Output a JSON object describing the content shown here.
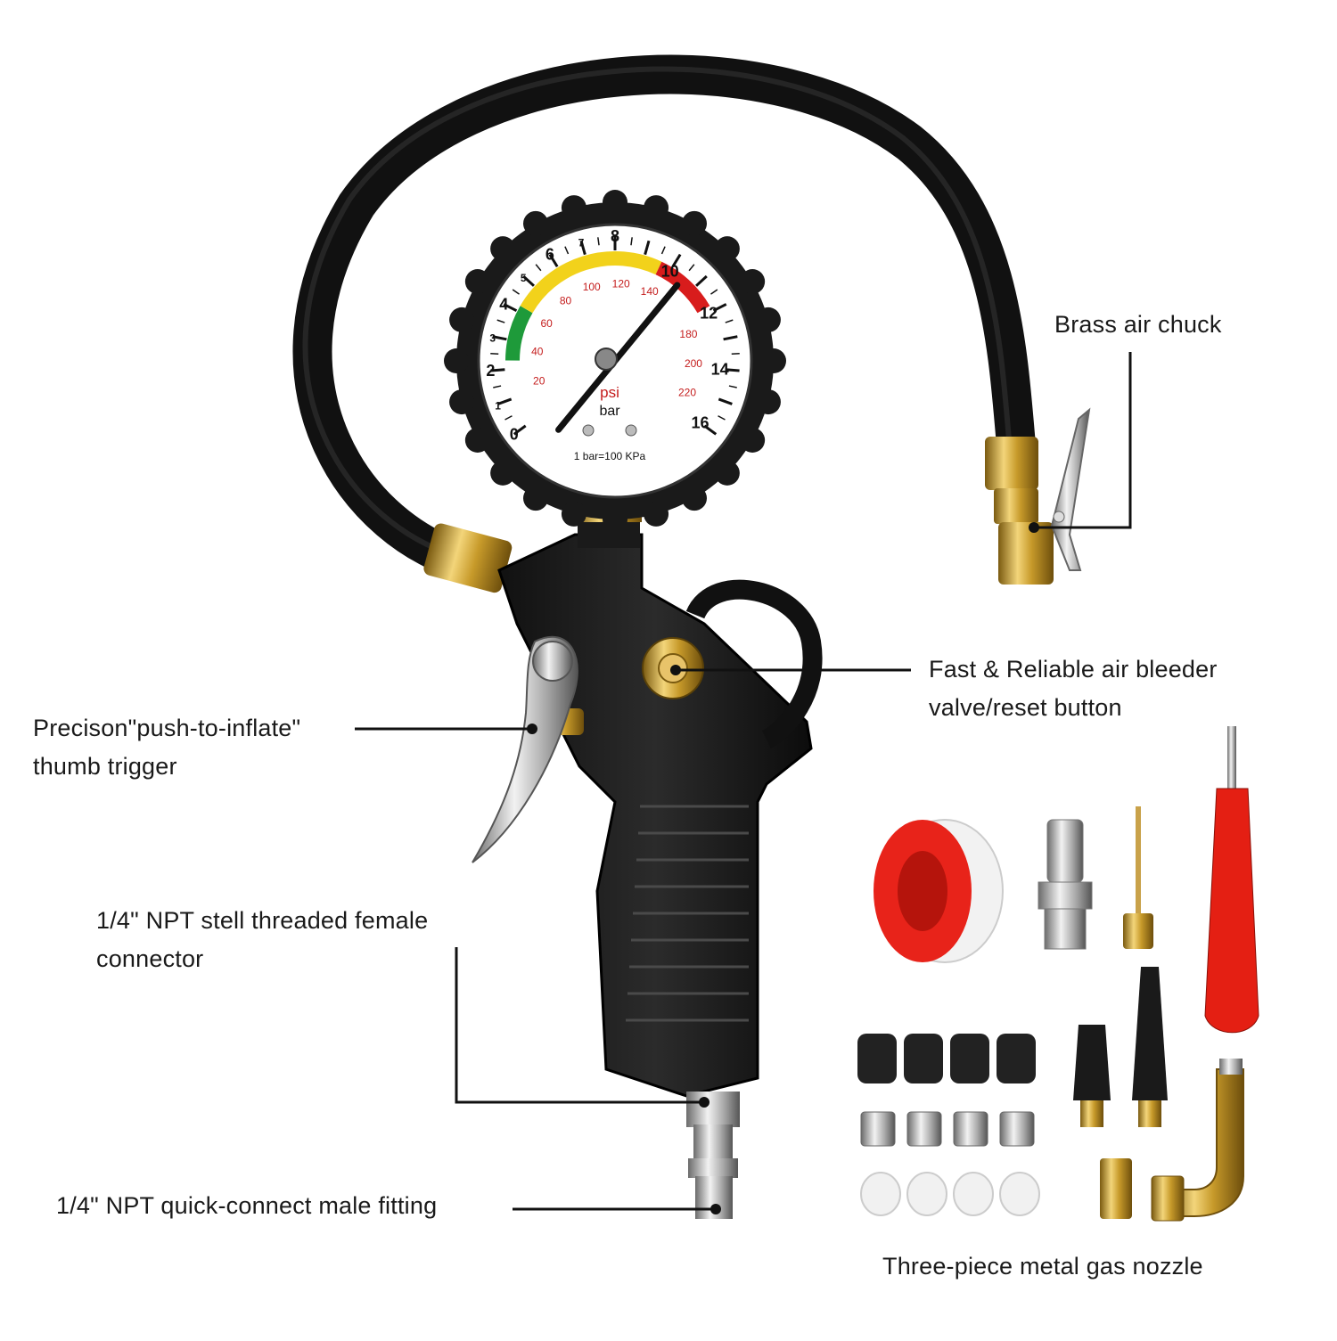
{
  "callouts": {
    "brass_chuck": "Brass air chuck",
    "bleeder": [
      "Fast & Reliable air bleeder",
      "valve/reset button"
    ],
    "trigger": [
      "Precison\"push-to-inflate\"",
      "thumb trigger"
    ],
    "female": [
      "1/4\" NPT stell threaded female",
      "connector"
    ],
    "male": "1/4\" NPT quick-connect male fitting",
    "nozzle": "Three-piece metal gas nozzle"
  },
  "gauge": {
    "bar_labels": [
      "0",
      "1",
      "2",
      "3",
      "4",
      "5",
      "6",
      "7",
      "8",
      "10",
      "12",
      "14",
      "16"
    ],
    "psi_labels": [
      "20",
      "40",
      "60",
      "80",
      "100",
      "120",
      "140",
      "180",
      "200",
      "220"
    ],
    "unit_psi": "psi",
    "unit_bar": "bar",
    "conversion": "1 bar=100 KPa",
    "needle_value_bar": 10.5,
    "zone_colors": {
      "green": "#1e9a3a",
      "yellow": "#f2d21b",
      "red": "#d81c1c"
    }
  }
}
